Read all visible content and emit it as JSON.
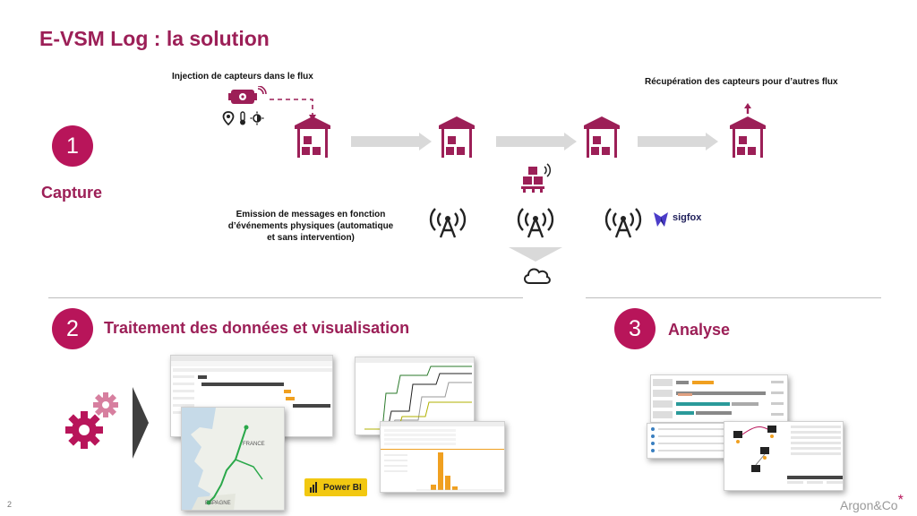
{
  "slide": {
    "title": "E-VSM Log : la solution",
    "page_number": "2",
    "brand": "Argon&Co",
    "brand_mark": "*"
  },
  "capture": {
    "number": "1",
    "label": "Capture",
    "injection_caption": "Injection de capteurs dans le flux",
    "recovery_caption": "Récupération des capteurs pour d’autres flux",
    "emission_caption_line1": "Emission  de messages en fonction",
    "emission_caption_line2": "d’événements physiques (automatique",
    "emission_caption_line3": "et sans  intervention)",
    "sigfox_label": "sigfox"
  },
  "processing": {
    "number": "2",
    "label": "Traitement des données et visualisation",
    "map_country_france": "FRANCE",
    "map_country_spain": "ESPAGNE",
    "powerbi_label": "Power BI"
  },
  "analysis": {
    "number": "3",
    "label": "Analyse"
  },
  "colors": {
    "accent": "#9c1f57",
    "circle": "#b8155a",
    "arrow_gray": "#d9d9d9"
  },
  "icons": [
    "sensor-icon",
    "location-pin-icon",
    "thermometer-icon",
    "light-icon",
    "warehouse-icon",
    "antenna-icon",
    "cloud-icon",
    "gears-icon",
    "chevron-right-icon",
    "pallet-icon",
    "power-bi-icon"
  ]
}
